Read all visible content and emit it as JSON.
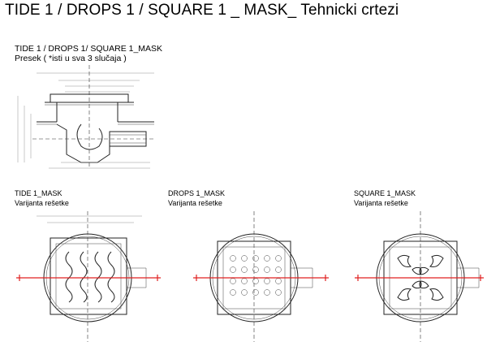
{
  "page": {
    "title": "TIDE 1 / DROPS 1 / SQUARE 1  _ MASK_ Tehnicki crtezi"
  },
  "section": {
    "title": "TIDE 1 / DROPS 1/ SQUARE 1_MASK",
    "subtitle": "Presek ( *isti u sva 3 slučaja )"
  },
  "variants": [
    {
      "name": "TIDE 1_MASK",
      "subtitle": "Varijanta rešetke"
    },
    {
      "name": "DROPS 1_MASK",
      "subtitle": "Varijanta rešetke"
    },
    {
      "name": "SQUARE 1_MASK",
      "subtitle": "Varijanta rešetke"
    }
  ],
  "colors": {
    "section_line": "#e02020",
    "line": "#222222"
  }
}
